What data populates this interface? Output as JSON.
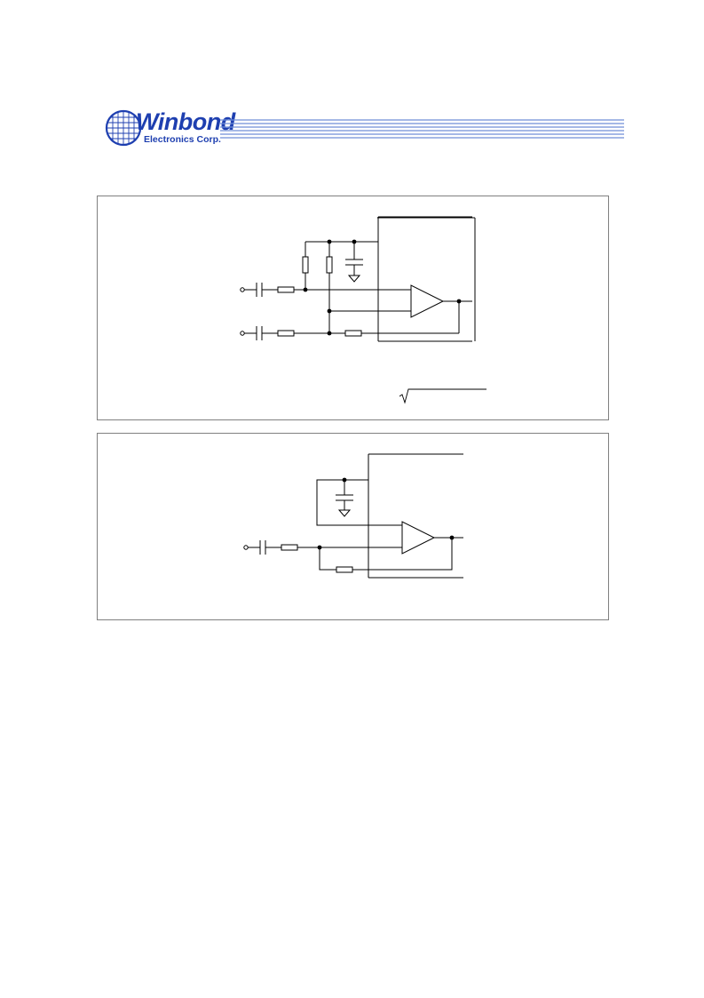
{
  "header": {
    "logo_word": "Winbond",
    "logo_subtitle": "Electronics Corp.",
    "brand_color": "#1e3fb0",
    "stripe_color": "#6f8ed8"
  },
  "figures": [
    {
      "name": "differential-input-amplifier-circuit",
      "components": [
        "input-terminal",
        "input-terminal",
        "capacitor",
        "capacitor",
        "resistor",
        "resistor",
        "resistor",
        "resistor",
        "resistor",
        "capacitor-to-ground",
        "op-amp"
      ],
      "formula": {
        "radical_symbol": "√"
      }
    },
    {
      "name": "single-ended-input-amplifier-circuit",
      "components": [
        "input-terminal",
        "capacitor",
        "resistor",
        "resistor",
        "capacitor-to-ground",
        "op-amp"
      ]
    }
  ]
}
